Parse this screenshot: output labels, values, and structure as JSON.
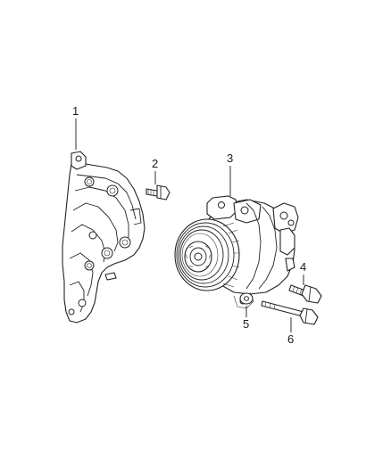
{
  "callouts": [
    {
      "id": "bracket",
      "label": "1"
    },
    {
      "id": "bolt-short",
      "label": "2"
    },
    {
      "id": "compressor",
      "label": "3"
    },
    {
      "id": "bolt-right",
      "label": "4"
    },
    {
      "id": "washer",
      "label": "5"
    },
    {
      "id": "stud-long",
      "label": "6"
    }
  ]
}
